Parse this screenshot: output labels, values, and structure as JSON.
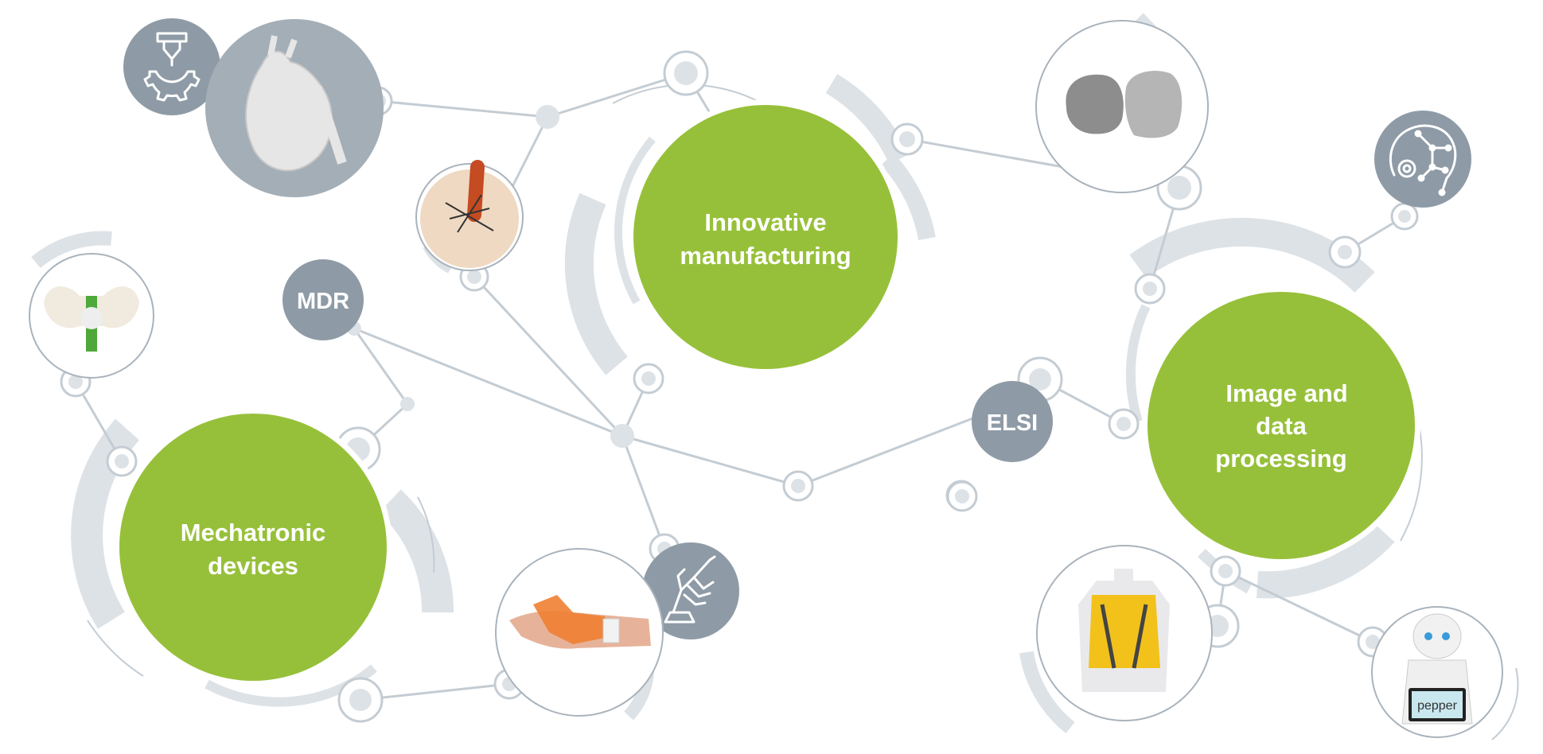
{
  "hubs": {
    "innovative_manufacturing": [
      "Innovative",
      "manufacturing"
    ],
    "mechatronic_devices": [
      "Mechatronic",
      "devices"
    ],
    "image_data_processing": [
      "Image and",
      "data",
      "processing"
    ]
  },
  "tags": {
    "mdr": "MDR",
    "elsi": "ELSI"
  },
  "images": {
    "pepper_screen_text": "pepper"
  },
  "icons": [
    "3d-printer-gear-icon",
    "ai-brain-gear-icon",
    "robotic-hand-icon"
  ],
  "colors": {
    "hub_green": "#97c03a",
    "node_gray": "#8e9ba6",
    "line_gray": "#c4ccd3",
    "arc_light": "#dde2e7",
    "white": "#ffffff"
  }
}
